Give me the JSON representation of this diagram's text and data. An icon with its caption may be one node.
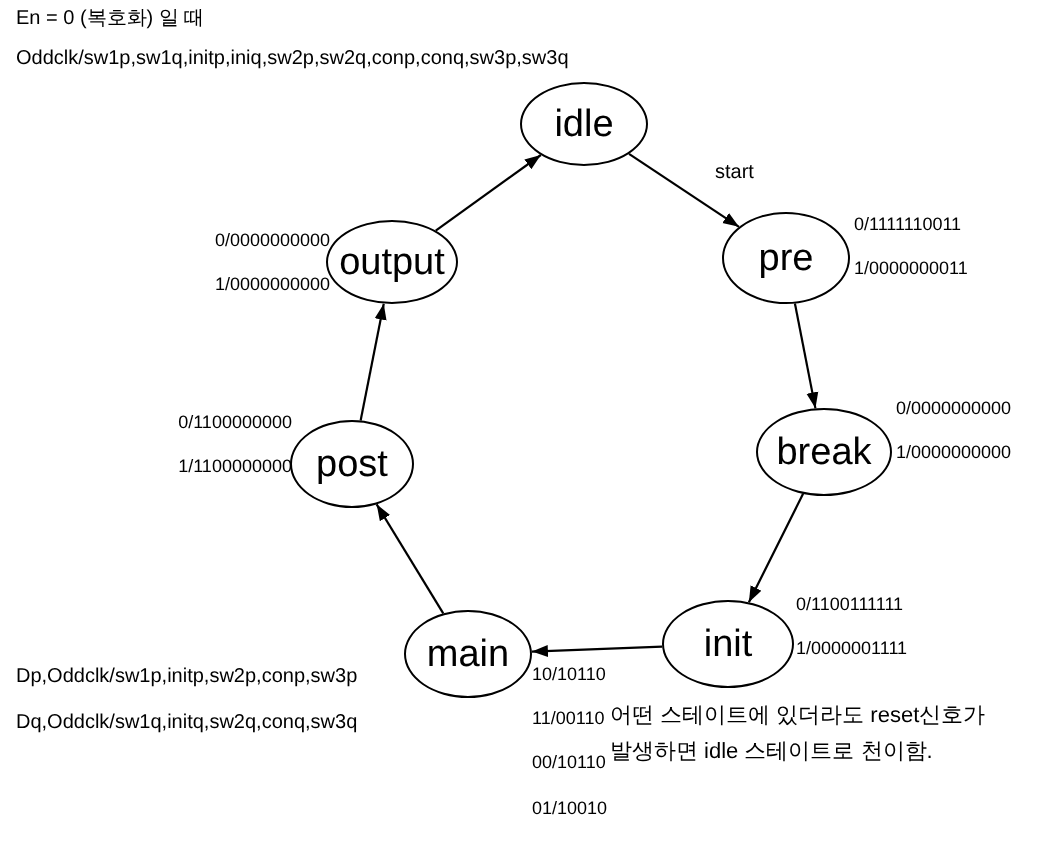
{
  "diagram": {
    "nodes": [
      {
        "text": [
          "idle"
        ]
      },
      {
        "text": [
          "pre"
        ],
        "beside": [
          "0/1111110011",
          "1/0000000011"
        ]
      },
      {
        "text": [
          "break"
        ],
        "beside": [
          "0/0000000000",
          "1/0000000000"
        ]
      },
      {
        "text": [
          "init"
        ],
        "beside": [
          "0/1100111111",
          "1/0000001111"
        ]
      },
      {
        "text": [
          "main"
        ]
      },
      {
        "text": [
          "post"
        ],
        "beside": [
          "0/1100000000",
          "1/1100000000"
        ]
      },
      {
        "text": [
          "output"
        ],
        "beside": [
          "0/0000000000",
          "1/0000000000"
        ]
      }
    ],
    "edges": [
      {
        "from": 0,
        "to": 1,
        "arrow": "to",
        "label": "start"
      },
      {
        "from": 1,
        "to": 2,
        "arrow": "to"
      },
      {
        "from": 2,
        "to": 3,
        "arrow": "to"
      },
      {
        "from": 3,
        "to": 4,
        "arrow": "to"
      },
      {
        "from": 4,
        "to": 5,
        "arrow": "to"
      },
      {
        "from": 5,
        "to": 6,
        "arrow": "to"
      },
      {
        "from": 6,
        "to": 0,
        "arrow": "to"
      }
    ],
    "labels": [
      "En = 0 (복호화) 일 때",
      "Oddclk/sw1p,sw1q,initp,iniq,sw2p,sw2q,conp,conq,sw3p,sw3q",
      "Dp,Oddclk/sw1p,initp,sw2p,conp,sw3p",
      "10/10110",
      "11/00110",
      "Dq,Oddclk/sw1q,initq,sw2q,conq,sw3q",
      "00/10110",
      "01/10010",
      "어떤 스테이트에 있더라도 reset신호가 발생하면 idle 스테이트로 천이함."
    ]
  }
}
